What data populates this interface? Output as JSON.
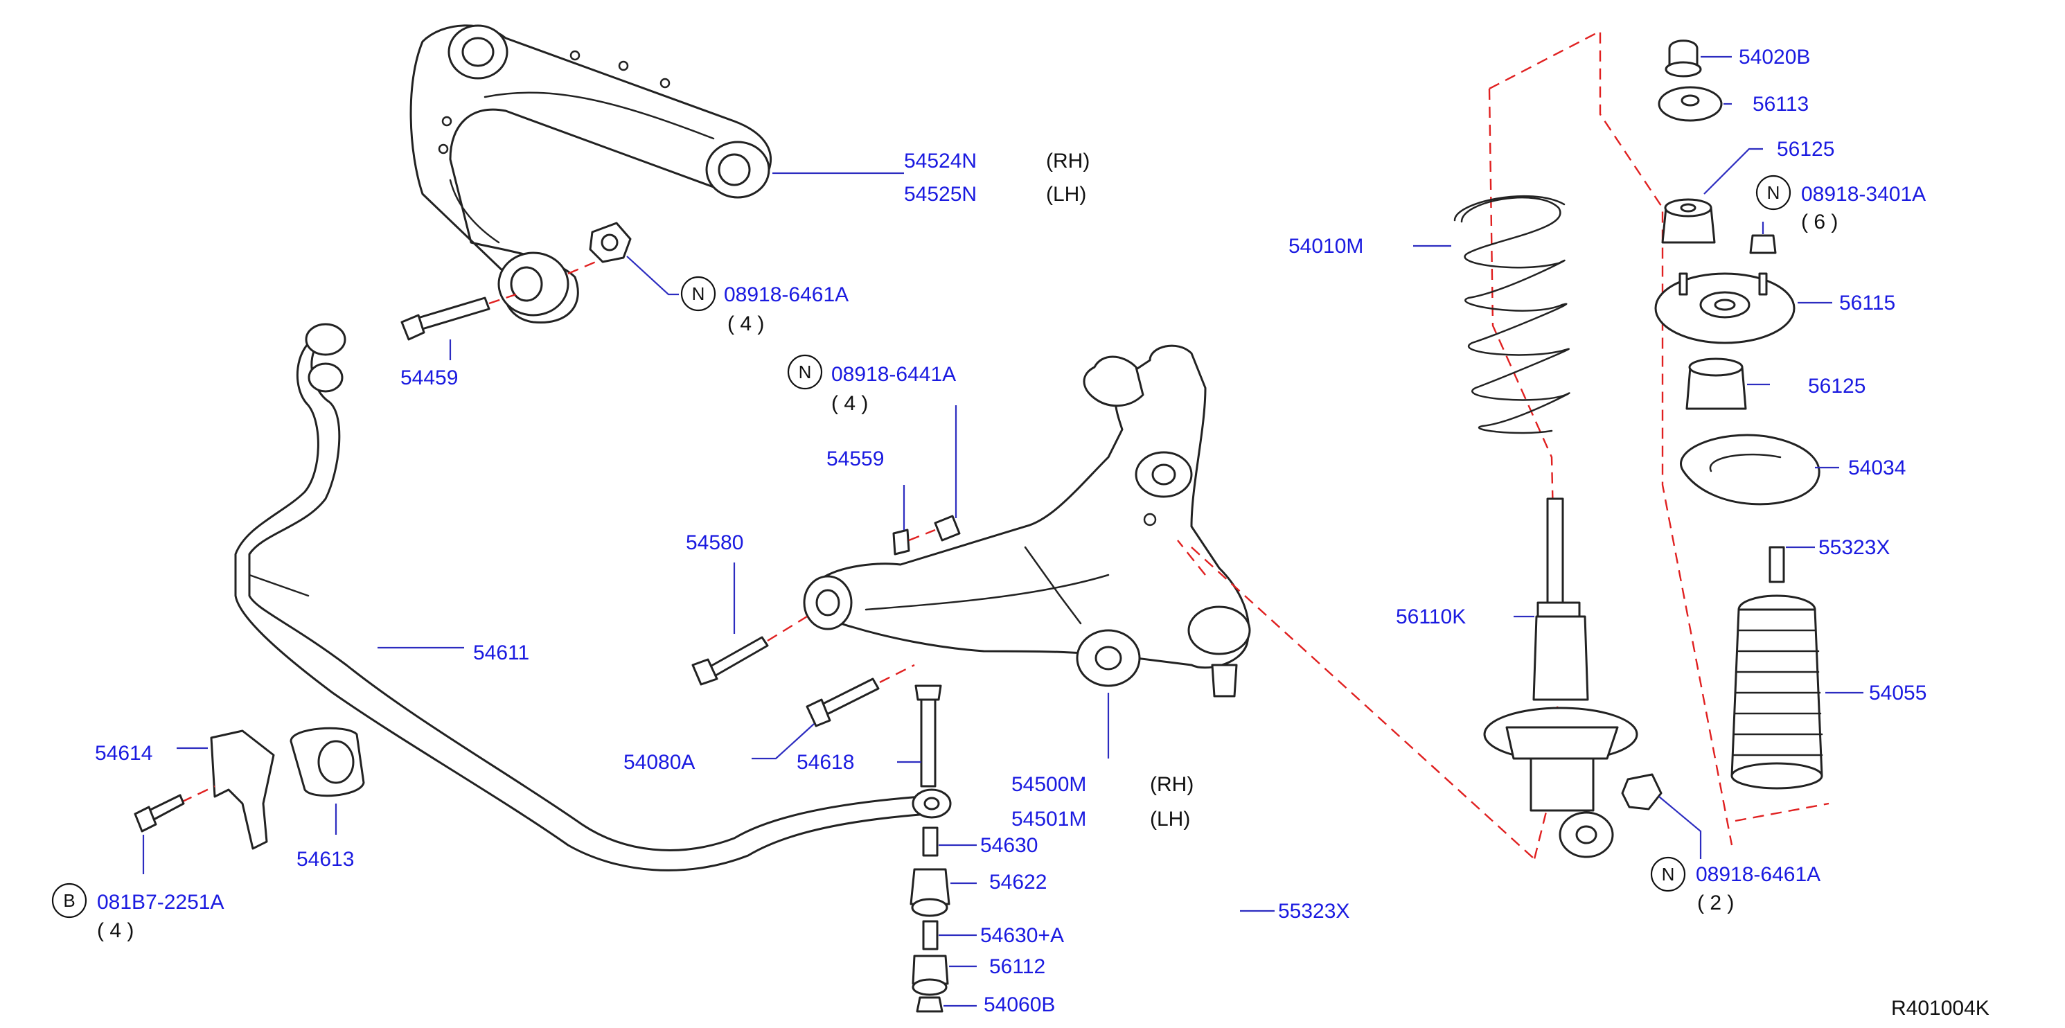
{
  "diagram_code": "R401004K",
  "callouts": {
    "p54524N": "54524N",
    "rh1": "(RH)",
    "p54525N": "54525N",
    "lh1": "(LH)",
    "nut_upper": "08918-6461A",
    "nut_upper_qty": "( 4 )",
    "nut_upper_letter": "N",
    "p54459": "54459",
    "nut_mid": "08918-6441A",
    "nut_mid_qty": "( 4 )",
    "nut_mid_letter": "N",
    "p54559": "54559",
    "p54580": "54580",
    "p54611": "54611",
    "p54614": "54614",
    "p54613": "54613",
    "bolt_lower": "081B7-2251A",
    "bolt_lower_qty": "( 4 )",
    "bolt_lower_letter": "B",
    "p54080A": "54080A",
    "p54618": "54618",
    "p54500M": "54500M",
    "rh2": "(RH)",
    "p54501M": "54501M",
    "lh2": "(LH)",
    "p54630": "54630",
    "p54622": "54622",
    "p54630A": "54630+A",
    "p56112": "56112",
    "p54060B": "54060B",
    "p55323X": "55323X",
    "p54010M": "54010M",
    "p56110K": "56110K",
    "p54020B": "54020B",
    "p56113": "56113",
    "p56125a": "56125",
    "nut_top": "08918-3401A",
    "nut_top_qty": "( 6 )",
    "nut_top_letter": "N",
    "p56115": "56115",
    "p56125b": "56125",
    "p54034": "54034",
    "p55323X_b": "55323X",
    "p54055": "54055",
    "nut_shock": "08918-6461A",
    "nut_shock_qty": "( 2 )",
    "nut_shock_letter": "N"
  },
  "colors": {
    "part_number": "#1a1ae0",
    "leader": "#2c2cc0",
    "centerline": "#e02020",
    "outline": "#222222"
  },
  "icons": [
    "n-nut-symbol-icon",
    "b-bolt-symbol-icon"
  ]
}
